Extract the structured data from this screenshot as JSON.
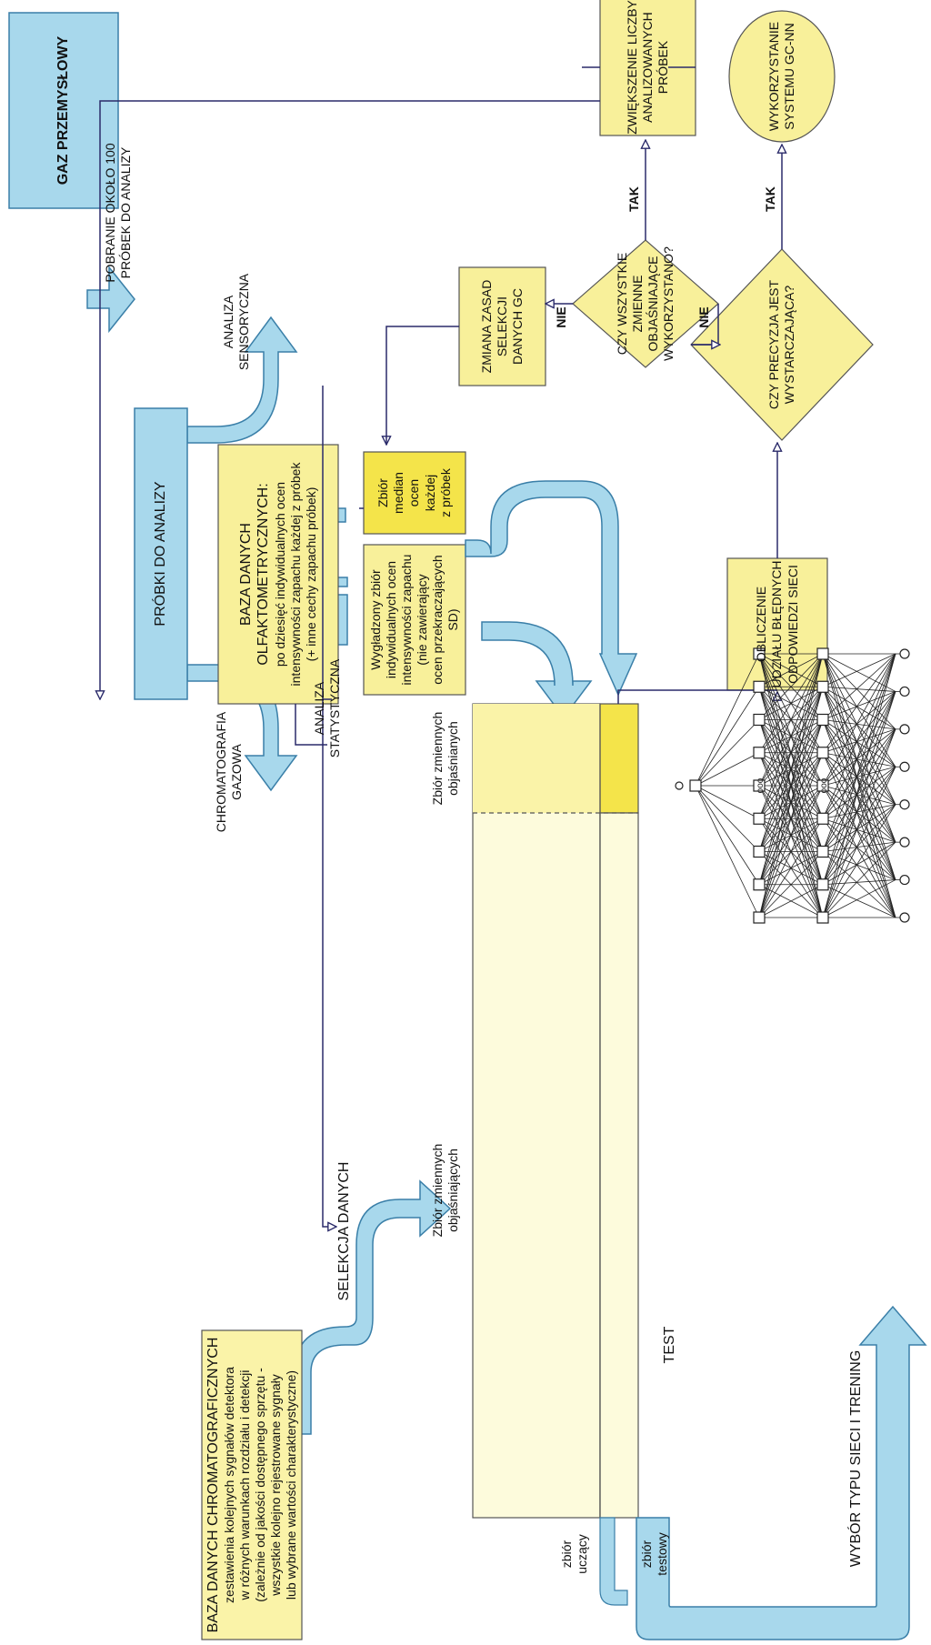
{
  "colors": {
    "blue_fill": "#a8d8ec",
    "blue_stroke": "#3a7fa8",
    "yellow_light": "#faf3a8",
    "yellow_pale": "#fdfbdc",
    "yellow_strong": "#f4e44a",
    "yellow_box": "#f8f09a",
    "line": "#2a2a6a"
  },
  "nodes": {
    "gaz": "GAZ PRZEMYSŁOWY",
    "probki": "PRÓBKI DO ANALIZY",
    "baza_gc": {
      "title": "BAZA  DANYCH  CHROMATOGRAFICZNYCH",
      "lines": [
        "zestawienia kolejnych sygnałów detektora",
        "w różnych warunkach rozdziału i detekcji",
        "(zależnie od jakości dostępnego sprzętu -",
        "wszystkie kolejno rejestrowane sygnały",
        "lub wybrane wartości charakterystyczne)"
      ]
    },
    "baza_olf": {
      "title": "BAZA  DANYCH  OLFAKTOMETRYCZNYCH:",
      "lines": [
        "po dziesięć indywidualnych ocen",
        "intensywności zapachu każdej z próbek",
        "(+ inne cechy zapachu próbek)"
      ]
    },
    "wygladzony": [
      "Wygładzony zbiór",
      "indywidualnych ocen",
      "intensywności zapachu",
      "(nie zawierający",
      "ocen przekraczających SD)"
    ],
    "median": [
      "Zbiór",
      "median",
      "ocen",
      "każdej",
      "z próbek"
    ],
    "zbior_objasniajacych": [
      "Zbiór zmiennych",
      "objaśniających"
    ],
    "zbior_objasnianych": [
      "Zbiór zmiennych",
      "objaśnianych"
    ],
    "zbior_uczacy": [
      "zbiór",
      "uczący"
    ],
    "zbior_testowy": [
      "zbiór",
      "testowy"
    ],
    "obliczenie": [
      "OBLICZENIE",
      "UDZIAŁU BŁĘDNYCH",
      "ODPOWIEDZI SIECI"
    ],
    "czy_precyzja": [
      "CZY PRECYZJA JEST",
      "WYSTARCZAJĄCA?"
    ],
    "czy_wszystkie": [
      "CZY WSZYSTKIE",
      "ZMIENNE OBJAŚNIAJĄCE",
      "WYKORZYSTANO?"
    ],
    "zmiana": [
      "ZMIANA  ZASAD  SELEKCJI",
      "DANYCH  GC"
    ],
    "zwiekszenie": [
      "ZWIĘKSZENIE LICZBY",
      "ANALIZOWANYCH PRÓBEK"
    ],
    "wykorzystanie": [
      "WYKORZYSTANIE",
      "SYSTEMU GC-NN"
    ]
  },
  "labels": {
    "pobranie": [
      "POBRANIE OKOŁO 100",
      "PRÓBEK DO ANALIZY"
    ],
    "analiza_sensoryczna": [
      "ANALIZA",
      "SENSORYCZNA"
    ],
    "chromatografia": [
      "CHROMATOGRAFIA",
      "GAZOWA"
    ],
    "analiza_statystyczna": [
      "ANALIZA",
      "STATYSTYCZNA"
    ],
    "selekcja": "SELEKCJA  DANYCH",
    "test": "TEST",
    "wybor": "WYBÓR  TYPU  SIECI  I  TRENING",
    "nie1": "NIE",
    "nie2": "NIE",
    "tak1": "TAK",
    "tak2": "TAK"
  },
  "network": {
    "input_nodes": 8,
    "hidden_layer_nodes": 9,
    "output_nodes": 1,
    "ellipsis": "ooo"
  }
}
